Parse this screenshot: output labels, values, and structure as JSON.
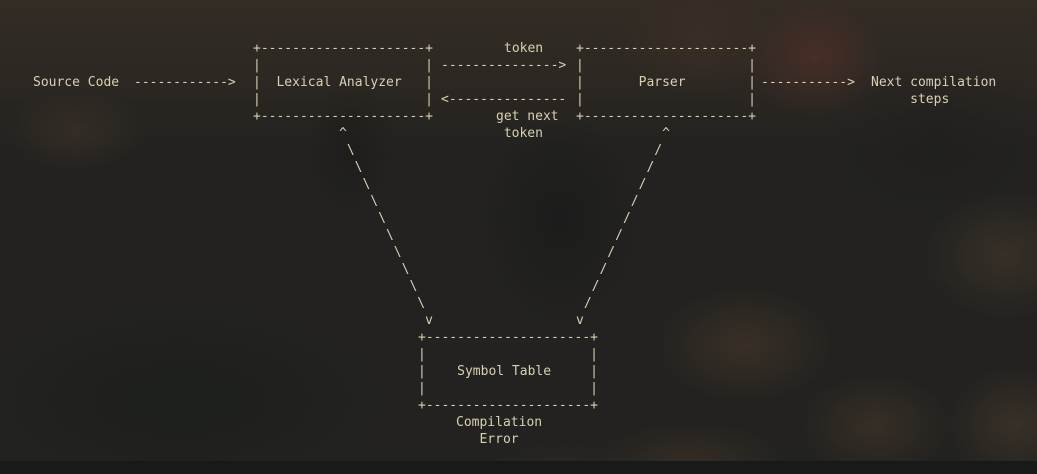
{
  "colors": {
    "text": "#d9d0b2",
    "background": "#232220",
    "bottom_bar": "#181a19"
  },
  "diagram": {
    "source_label": "Source Code",
    "source_arrow": "------------>",
    "lexical_box": "+---------------------+\n|                     |\n|  Lexical Analyzer   |\n|                     |\n+---------------------+",
    "token_label": "token",
    "token_arrow": "--------------->",
    "get_next_arrow": "<---------------",
    "get_next_label": "get next\n token",
    "parser_box": "+---------------------+\n|                     |\n|       Parser        |\n|                     |\n+---------------------+",
    "parser_arrow": "----------->",
    "next_steps_label": "Next compilation\n     steps",
    "lexical_to_symbol_edge": "^\n \\\n  \\\n   \\\n    \\\n     \\\n      \\\n       \\\n        \\\n         \\\n          \\\n           v",
    "parser_to_symbol_edge": "           ^\n          /\n         /\n        /\n       /\n      /\n     /\n    /\n   /\n  /\n /\nv",
    "symbol_box": "+---------------------+\n|                     |\n|    Symbol Table     |\n|                     |\n+---------------------+",
    "compilation_error_label": "Compilation\n   Error"
  }
}
